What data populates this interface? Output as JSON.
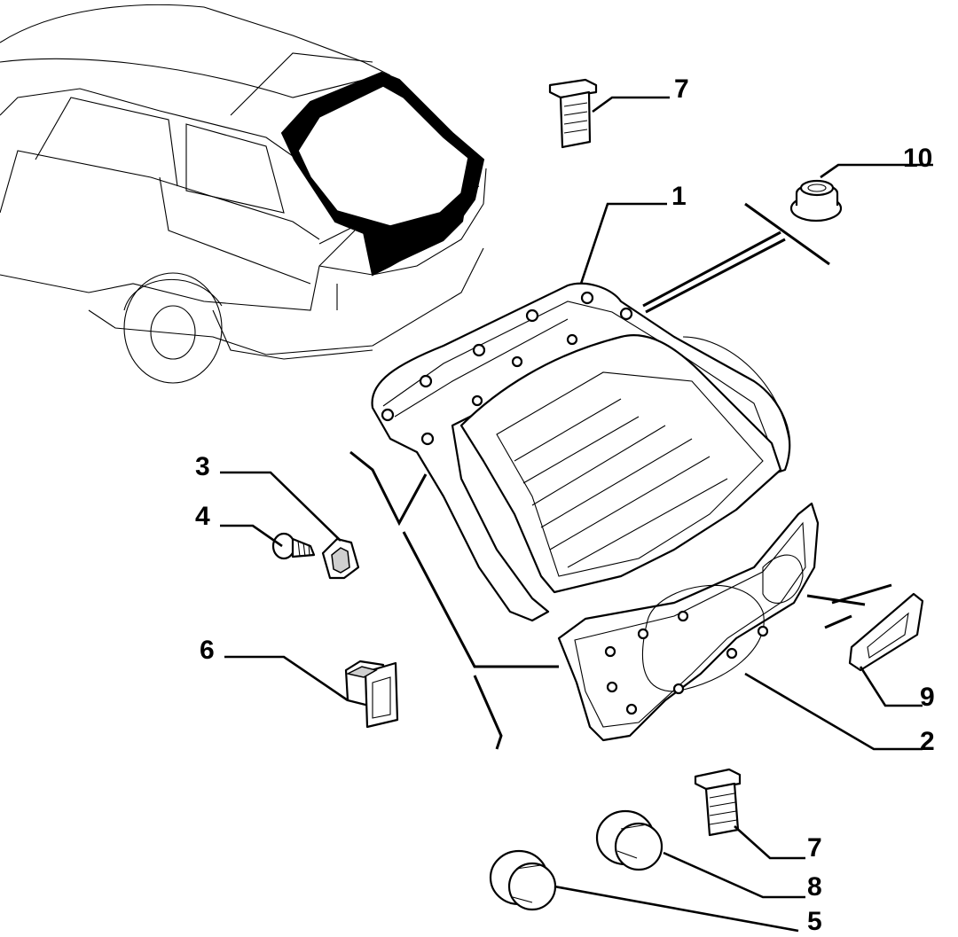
{
  "labels": {
    "l1": "1",
    "l2": "2",
    "l3": "3",
    "l4": "4",
    "l5": "5",
    "l6": "6",
    "l7_top": "7",
    "l7_bottom": "7",
    "l8": "8",
    "l9": "9",
    "l10": "10"
  },
  "colors": {
    "line": "#000000",
    "background": "#ffffff",
    "shade": "#cfcfcf"
  }
}
